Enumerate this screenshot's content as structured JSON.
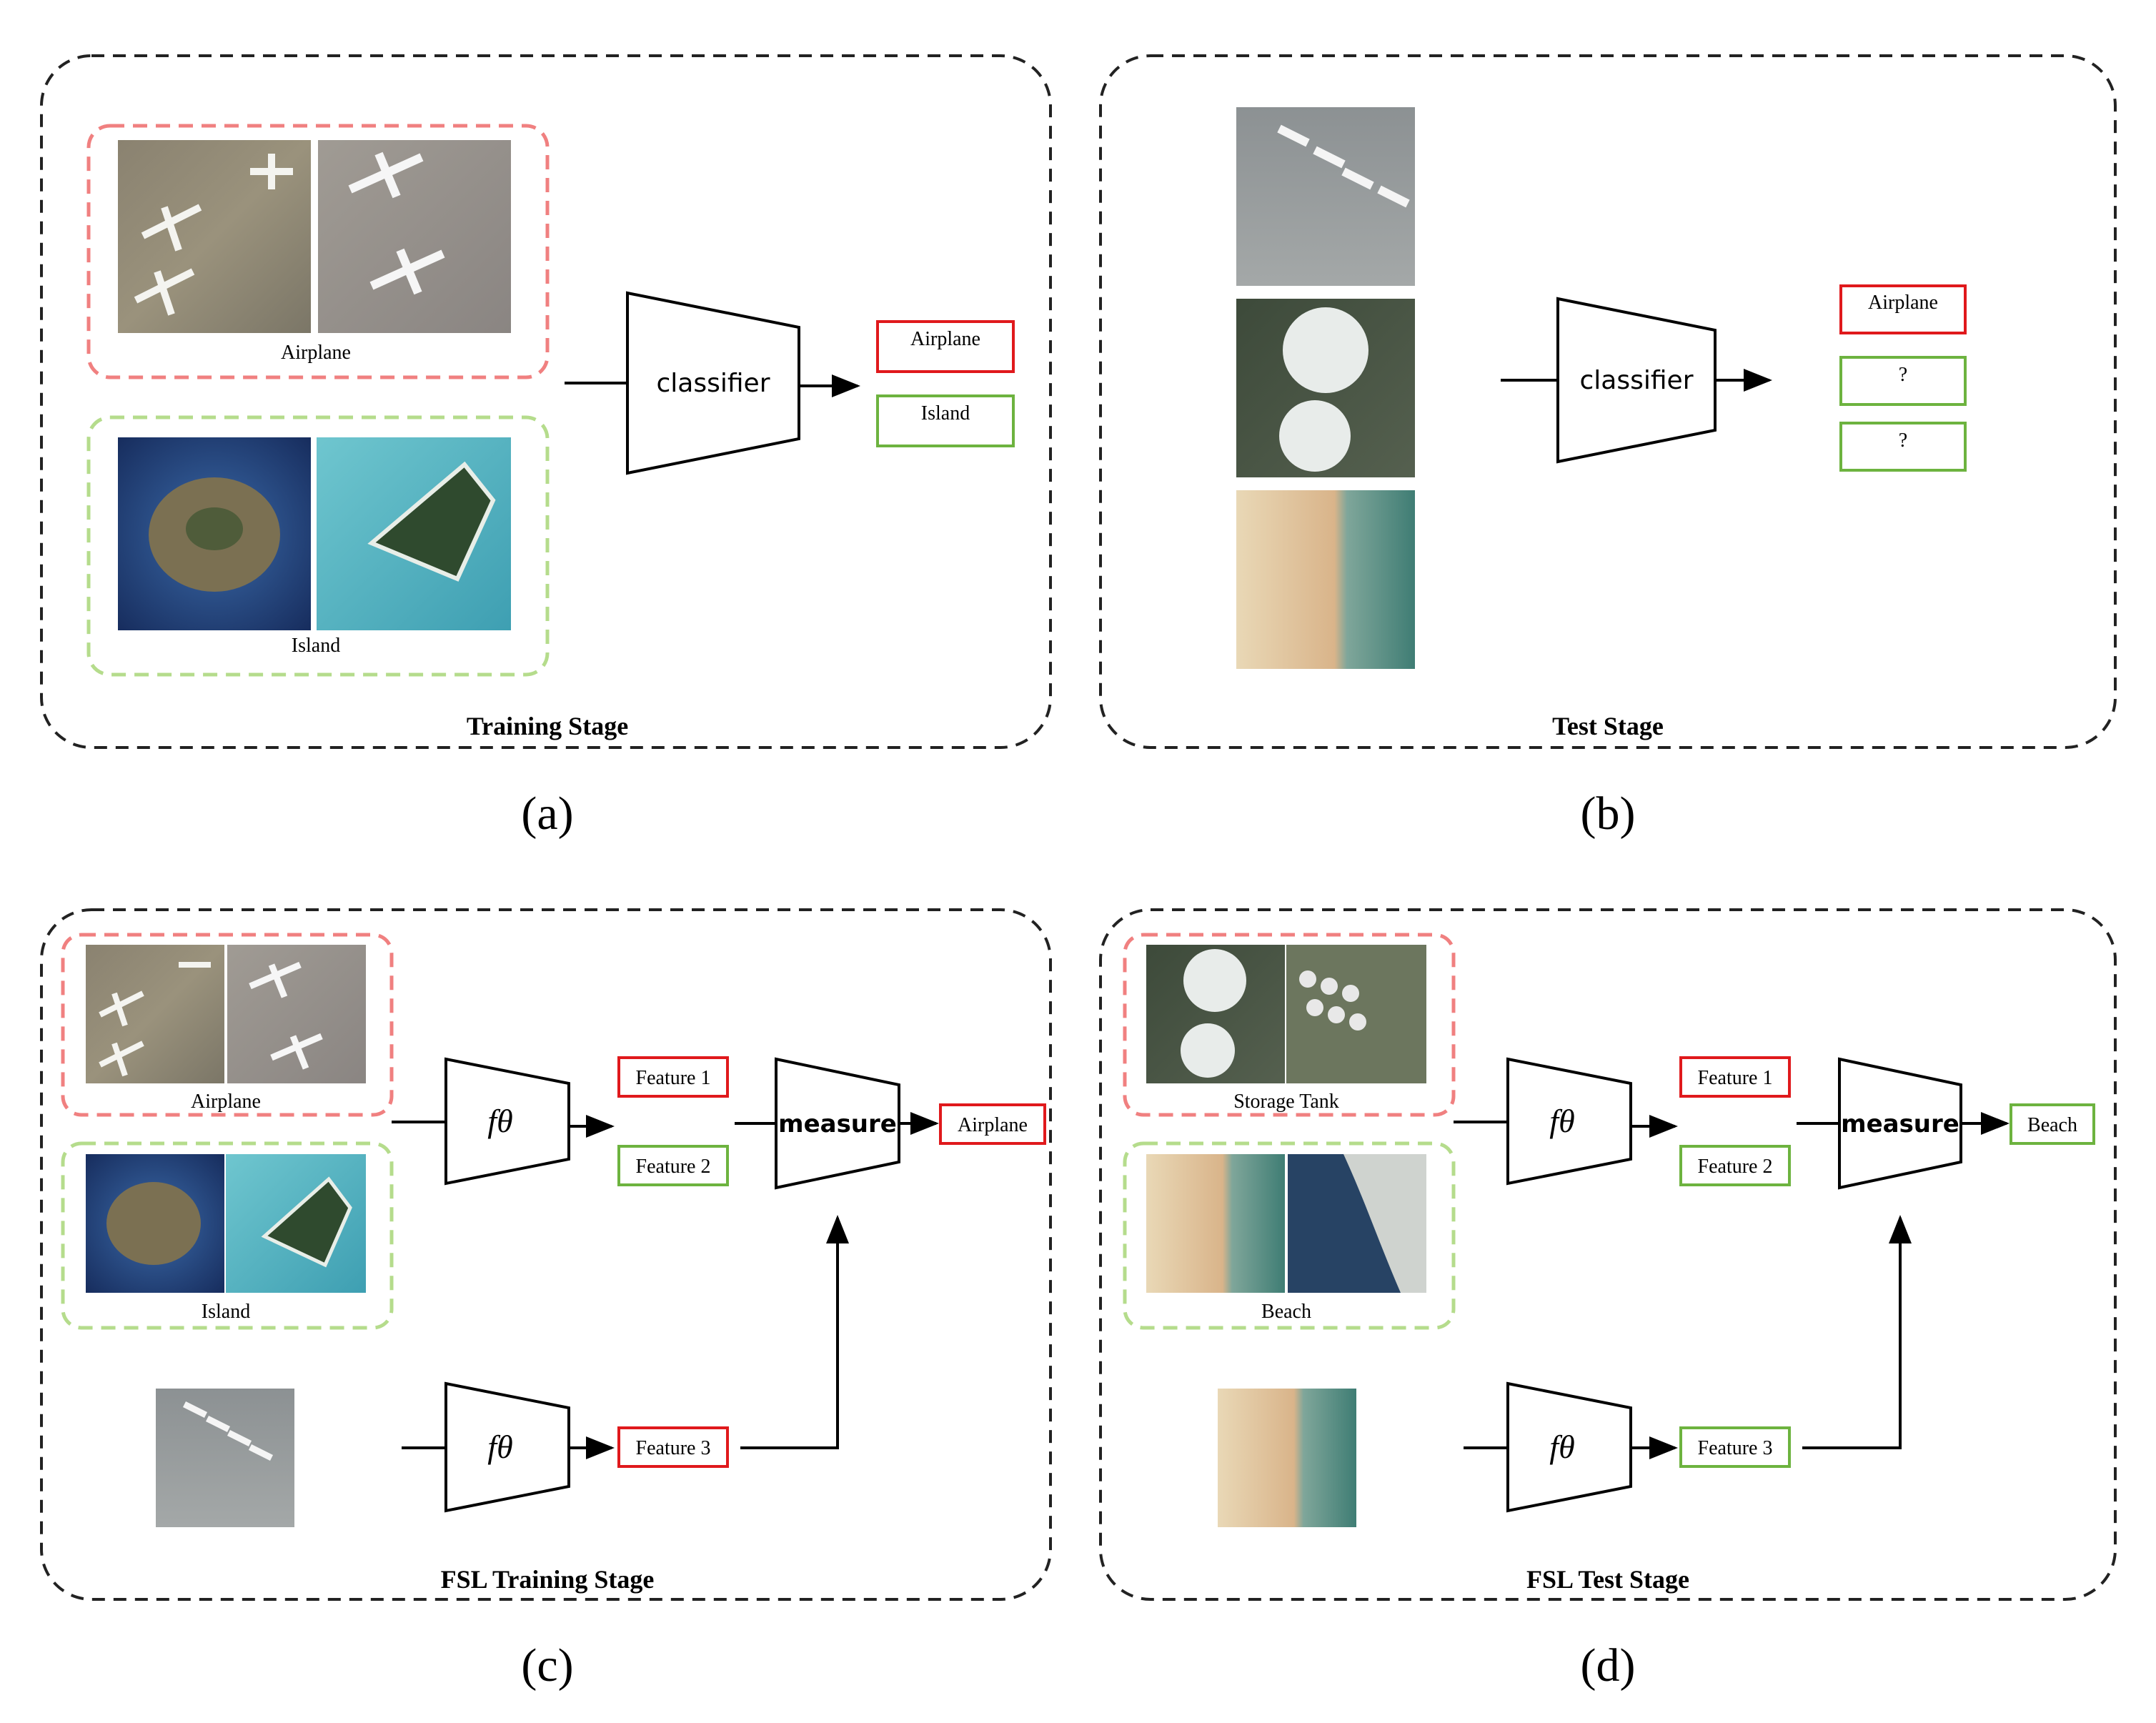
{
  "panels": {
    "a": {
      "caption": "(a)",
      "stage_title": "Training Stage",
      "groups": [
        {
          "label": "Airplane",
          "color": "#f08080",
          "thumbs": [
            "airplane-image",
            "airplane-image"
          ]
        },
        {
          "label": "Island",
          "color": "#b5dc8c",
          "thumbs": [
            "island-image",
            "island-image"
          ]
        }
      ],
      "model_label": "classifier",
      "outputs": [
        {
          "label": "Airplane",
          "color": "#e0191c"
        },
        {
          "label": "Island",
          "color": "#6db33f"
        }
      ]
    },
    "b": {
      "caption": "(b)",
      "stage_title": "Test Stage",
      "thumbs": [
        "airport-image",
        "storage-tank-image",
        "beach-image"
      ],
      "model_label": "classifier",
      "outputs": [
        {
          "label": "Airplane",
          "color": "#e0191c"
        },
        {
          "label": "?",
          "color": "#6db33f"
        },
        {
          "label": "?",
          "color": "#6db33f"
        }
      ]
    },
    "c": {
      "caption": "(c)",
      "stage_title": "FSL Training Stage",
      "groups": [
        {
          "label": "Airplane",
          "color": "#f08080",
          "thumbs": [
            "airplane-image",
            "airplane-image"
          ]
        },
        {
          "label": "Island",
          "color": "#b5dc8c",
          "thumbs": [
            "island-image",
            "island-image"
          ]
        }
      ],
      "encoder_label": "fθ",
      "measure_label": "measure",
      "features": [
        {
          "label": "Feature 1",
          "color": "#e0191c"
        },
        {
          "label": "Feature 2",
          "color": "#6db33f"
        },
        {
          "label": "Feature 3",
          "color": "#e0191c"
        }
      ],
      "query_thumb": "airport-image",
      "result": {
        "label": "Airplane",
        "color": "#e0191c"
      }
    },
    "d": {
      "caption": "(d)",
      "stage_title": "FSL Test Stage",
      "groups": [
        {
          "label": "Storage Tank",
          "color": "#f08080",
          "thumbs": [
            "storage-tank-image",
            "storage-tank-image"
          ]
        },
        {
          "label": "Beach",
          "color": "#b5dc8c",
          "thumbs": [
            "beach-image",
            "beach-image"
          ]
        }
      ],
      "encoder_label": "fθ",
      "measure_label": "measure",
      "features": [
        {
          "label": "Feature 1",
          "color": "#e0191c"
        },
        {
          "label": "Feature 2",
          "color": "#6db33f"
        },
        {
          "label": "Feature 3",
          "color": "#6db33f"
        }
      ],
      "query_thumb": "beach-image",
      "result": {
        "label": "Beach",
        "color": "#6db33f"
      }
    }
  }
}
